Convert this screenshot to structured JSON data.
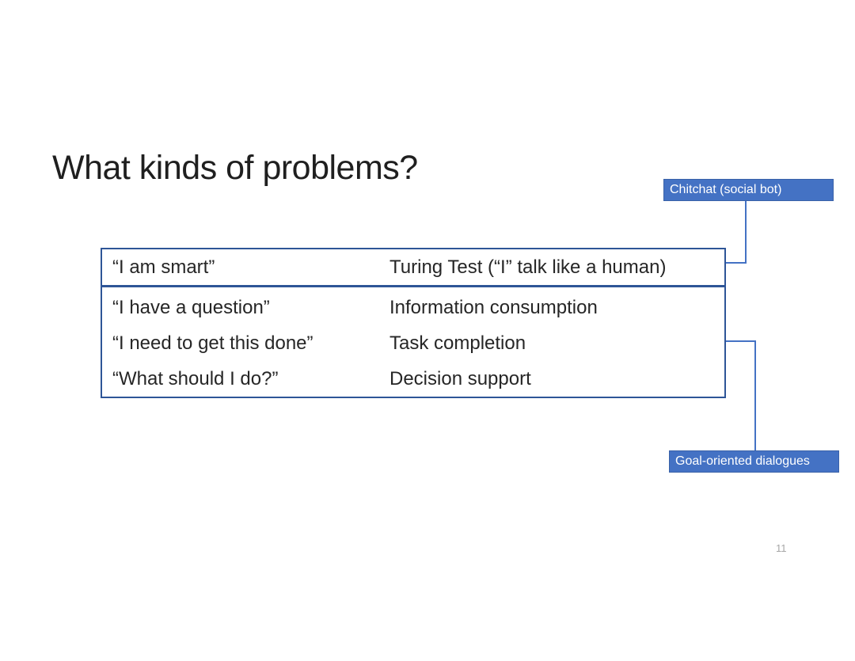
{
  "slide": {
    "title": "What kinds of problems?",
    "page_number": "11"
  },
  "table": {
    "row1": {
      "quote": "“I am smart”",
      "category": "Turing Test (“I” talk like a human)"
    },
    "rows": [
      {
        "quote": "“I have a question”",
        "category": "Information consumption"
      },
      {
        "quote": "“I need to get this done”",
        "category": "Task completion"
      },
      {
        "quote": "“What should I do?”",
        "category": "Decision support"
      }
    ]
  },
  "callouts": {
    "chitchat_label": "Chitchat (social bot)",
    "goal_label": "Goal-oriented dialogues"
  },
  "colors": {
    "accent_blue": "#4472C4",
    "table_border": "#2E5597",
    "body_text": "#262626",
    "callout_text": "#FFFFFF",
    "page_number_gray": "#A6A6A6"
  }
}
